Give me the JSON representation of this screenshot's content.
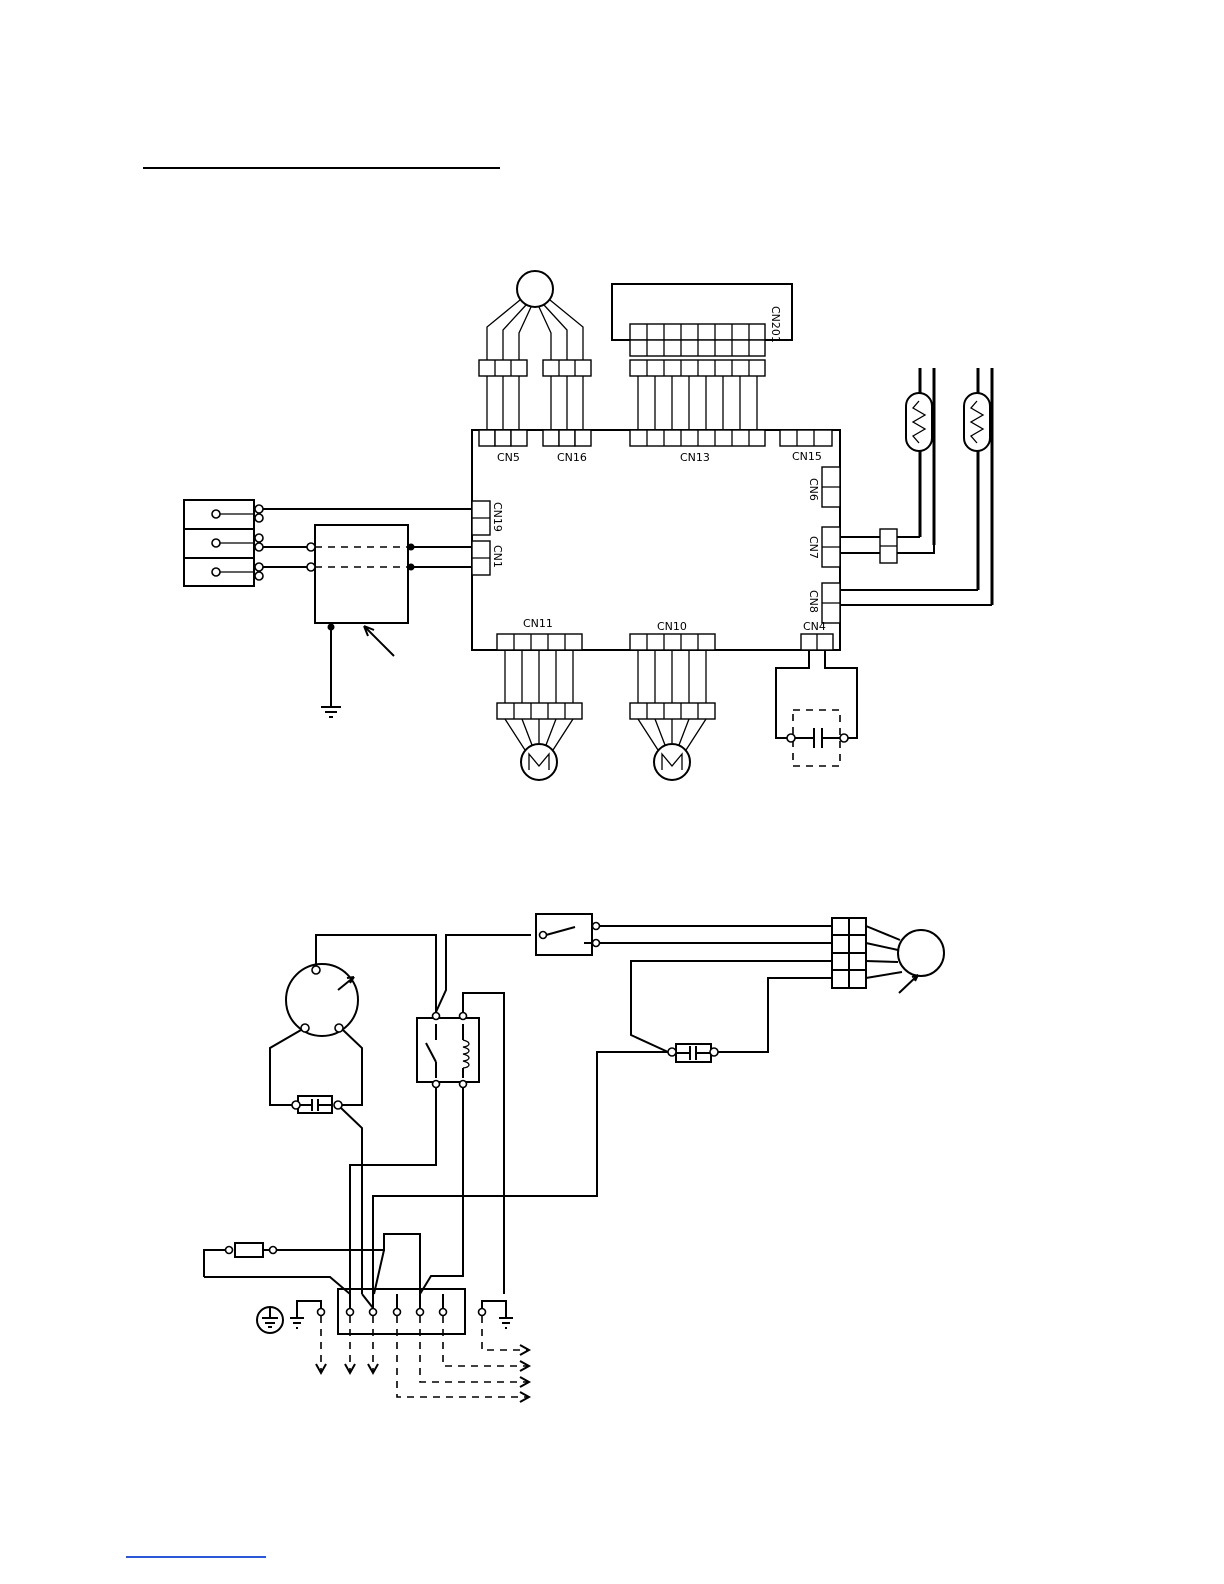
{
  "pcb": {
    "connectors": {
      "cn5": "CN5",
      "cn16": "CN16",
      "cn13": "CN13",
      "cn15": "CN15",
      "cn6": "CN6",
      "cn7": "CN7",
      "cn8": "CN8",
      "cn4": "CN4",
      "cn11": "CN11",
      "cn10": "CN10",
      "cn19": "CN19",
      "cn1": "CN1",
      "cn201": "CN201"
    }
  },
  "colors": {
    "line": "#000000",
    "background": "#ffffff",
    "footer_rule": "#2a57d6"
  }
}
